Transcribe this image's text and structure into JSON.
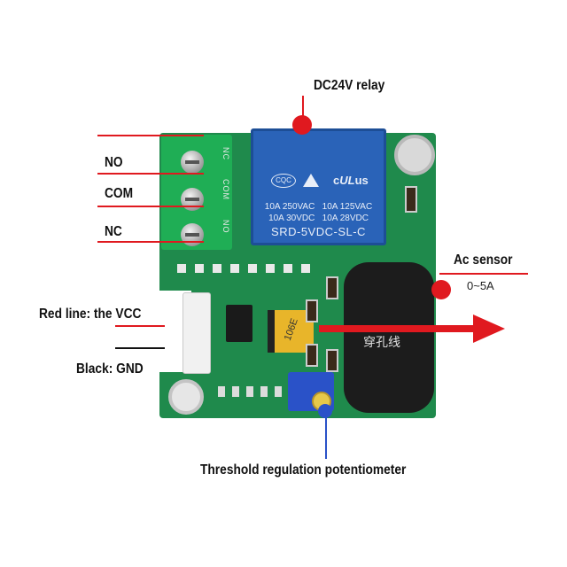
{
  "labels": {
    "relay": "DC24V relay",
    "no": "NO",
    "com": "COM",
    "nc": "NC",
    "ac_sensor": "Ac sensor",
    "ac_range": "0~5A",
    "red_line": "Red line: the VCC",
    "black_line": "Black: GND",
    "potentiometer": "Threshold regulation potentiometer"
  },
  "relay": {
    "line1_left": "10A 250VAC",
    "line1_right": "10A 125VAC",
    "line2_left": "10A 30VDC",
    "line2_right": "10A 28VDC",
    "model": "SRD-5VDC-SL-C",
    "brand": "CQC"
  },
  "terminal_marks": [
    "NC",
    "COM",
    "NO"
  ],
  "sensor_text": "穿孔线",
  "capacitor_text": "106E",
  "colors": {
    "accent_red": "#e0191f",
    "pcb_green": "#1f8a4c",
    "relay_blue": "#2a63b8"
  }
}
